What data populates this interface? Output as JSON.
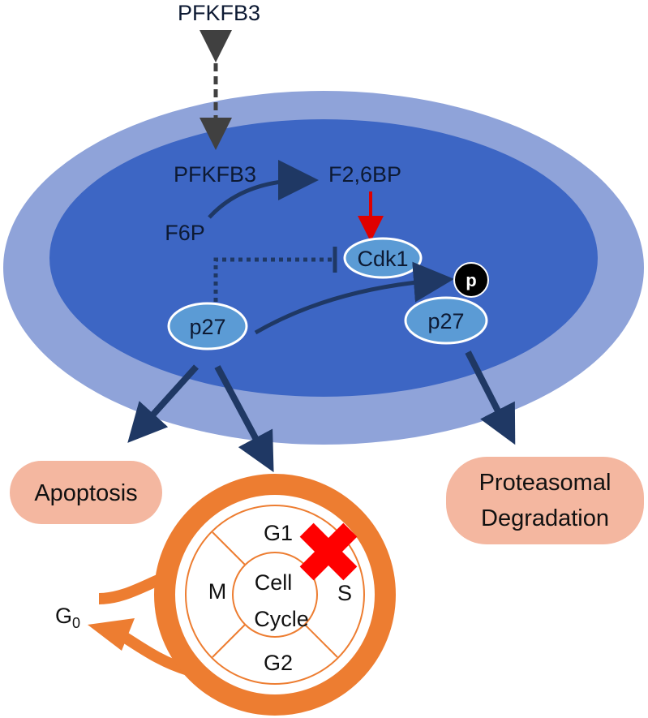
{
  "labels": {
    "pfkfb3_outer": "PFKFB3",
    "pfkfb3_inner": "PFKFB3",
    "f26bp": "F2,6BP",
    "f6p": "F6P",
    "cdk1": "Cdk1",
    "p27_left": "p27",
    "p27_right": "p27",
    "phospho": "p",
    "apoptosis": "Apoptosis",
    "proteasomal_line1": "Proteasomal",
    "proteasomal_line2": "Degradation",
    "g1": "G1",
    "s": "S",
    "m": "M",
    "g2": "G2",
    "cell": "Cell",
    "cycle": "Cycle",
    "g0_base": "G",
    "g0_sub": "0"
  },
  "colors": {
    "outer_cell": "#8fa3d9",
    "nucleus": "#3d66c4",
    "node_fill": "#5b9bd5",
    "dark_arrow": "#1f3864",
    "red_arrow": "#e00000",
    "outcome_fill": "#f4b7a0",
    "cycle_orange": "#ed7d31",
    "block_red": "#ff0000",
    "dashed_arrow": "#404040"
  }
}
